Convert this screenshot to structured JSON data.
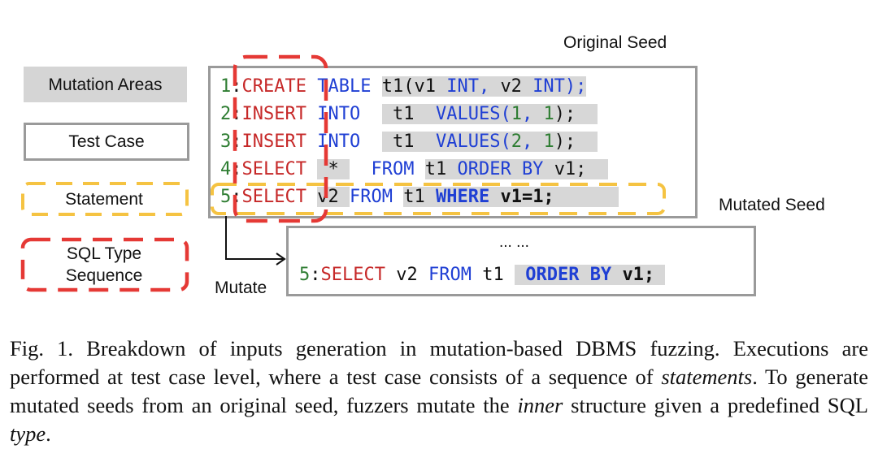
{
  "legend": {
    "mutation_areas": "Mutation Areas",
    "test_case": "Test Case",
    "statement": "Statement",
    "sql_type_line1": "SQL Type",
    "sql_type_line2": "Sequence"
  },
  "labels": {
    "original_seed": "Original Seed",
    "mutated_seed": "Mutated Seed",
    "mutate": "Mutate",
    "ellipsis": "... ..."
  },
  "original_seed_lines": [
    {
      "num": "1",
      "type": "CREATE",
      "rest1": "TABLE",
      "rest2": "t1(v1",
      "rest3": "INT,",
      "rest4": "v2",
      "rest5": "INT);"
    },
    {
      "num": "2",
      "type": "INSERT",
      "rest1": "INTO",
      "rest2": "t1",
      "rest3": "VALUES(",
      "rest4": "1",
      "rest5": "1",
      "rest6": ");"
    },
    {
      "num": "3",
      "type": "INSERT",
      "rest1": "INTO",
      "rest2": "t1",
      "rest3": "VALUES(",
      "rest4": "2",
      "rest5": "1",
      "rest6": ");"
    },
    {
      "num": "4",
      "type": "SELECT",
      "rest1": "*",
      "rest2": "FROM",
      "rest3": "t1",
      "rest4": "ORDER BY",
      "rest5": "v1;"
    },
    {
      "num": "5",
      "type": "SELECT",
      "rest1": "v2",
      "rest2": "FROM",
      "rest3": "t1",
      "rest4": "WHERE",
      "rest5": "v1=1;"
    }
  ],
  "mutated_line": {
    "num": "5",
    "type": "SELECT",
    "rest1": "v2",
    "rest2": "FROM",
    "rest3": "t1",
    "rest4": "ORDER BY",
    "rest5": "v1;"
  },
  "caption": {
    "part1": "Fig. 1.  Breakdown of inputs generation in mutation-based DBMS fuzzing. Executions are performed at test case level, where a test case consists of a sequence of ",
    "italic1": "statements",
    "part2": ". To generate mutated seeds from an original seed, fuzzers mutate the ",
    "italic2": "inner",
    "part3": " structure given a predefined SQL ",
    "italic3": "type",
    "part4": "."
  },
  "colors": {
    "sql_type": "#c62828",
    "keyword": "#1f3fd4",
    "line_number": "#2e7d32",
    "statement_dash": "#f5c342",
    "sql_type_dash": "#e53935",
    "highlight": "#d7d7d7",
    "box_border": "#9a9a9a"
  }
}
